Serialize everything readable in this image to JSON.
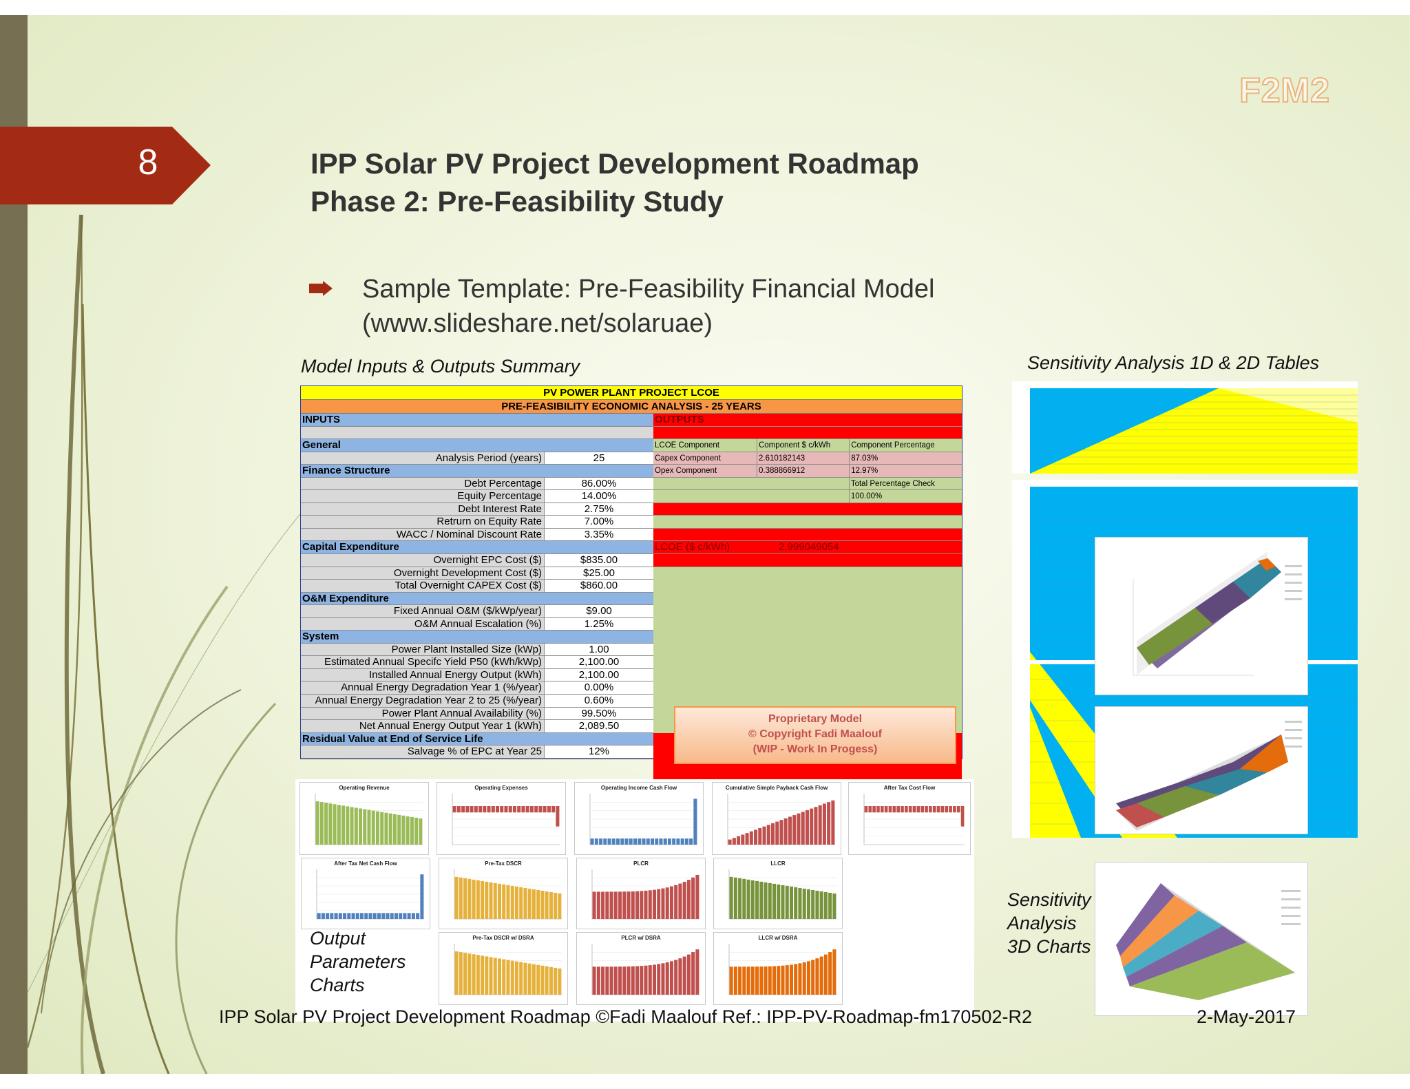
{
  "slide_number": "8",
  "logo": "F2M2",
  "title": {
    "line1": "IPP Solar PV Project Development Roadmap",
    "line2": "Phase 2: Pre-Feasibility Study"
  },
  "bullet": {
    "line1": "Sample Template: Pre-Feasibility Financial Model",
    "line2": "(www.slideshare.net/solaruae)"
  },
  "captions": {
    "model": "Model Inputs & Outputs Summary",
    "sensitivity_tables": "Sensitivity Analysis 1D & 2D Tables",
    "output_charts": [
      "Output",
      "Parameters",
      "Charts"
    ],
    "sensitivity_3d": [
      "Sensitivity",
      "Analysis",
      "3D Charts"
    ]
  },
  "sheet": {
    "band1": "PV POWER PLANT PROJECT LCOE",
    "band2": "PRE-FEASIBILITY ECONOMIC ANALYSIS - 25 YEARS",
    "inputs_header": "INPUTS",
    "outputs_header": "OUTPUTS",
    "rows": [
      {
        "type": "blank"
      },
      {
        "type": "hdr",
        "label": "General"
      },
      {
        "label": "Analysis Period (years)",
        "value": "25"
      },
      {
        "type": "hdr",
        "label": "Finance Structure"
      },
      {
        "label": "Debt Percentage",
        "value": "86.00%"
      },
      {
        "label": "Equity Percentage",
        "value": "14.00%"
      },
      {
        "label": "Debt Interest Rate",
        "value": "2.75%"
      },
      {
        "label": "Retrurn on Equity Rate",
        "value": "7.00%"
      },
      {
        "label": "WACC / Nominal Discount Rate",
        "value": "3.35%"
      },
      {
        "type": "hdr",
        "label": "Capital Expenditure"
      },
      {
        "label": "Overnight EPC Cost ($)",
        "value": "$835.00"
      },
      {
        "label": "Overnight Development Cost ($)",
        "value": "$25.00"
      },
      {
        "label": "Total Overnight CAPEX Cost ($)",
        "value": "$860.00"
      },
      {
        "type": "hdr",
        "label": "O&M Expenditure"
      },
      {
        "label": "Fixed Annual O&M ($/kWp/year)",
        "value": "$9.00"
      },
      {
        "label": "O&M Annual Escalation (%)",
        "value": "1.25%"
      },
      {
        "type": "hdr",
        "label": "System"
      },
      {
        "label": "Power Plant Installed Size (kWp)",
        "value": "1.00"
      },
      {
        "label": "Estimated Annual Specifc Yield P50 (kWh/kWp)",
        "value": "2,100.00"
      },
      {
        "label": "Installed Annual Energy Output (kWh)",
        "value": "2,100.00"
      },
      {
        "label": "Annual Energy Degradation Year 1 (%/year)",
        "value": "0.00%"
      },
      {
        "label": "Annual Energy Degradation Year 2 to 25 (%/year)",
        "value": "0.60%"
      },
      {
        "label": "Power Plant Annual Availability (%)",
        "value": "99.50%"
      },
      {
        "label": "Net Annual Energy Output Year 1 (kWh)",
        "value": "2,089.50"
      },
      {
        "type": "hdr",
        "label": "Residual Value at End of Service Life"
      },
      {
        "label": "Salvage % of EPC at Year 25",
        "value": "12%"
      }
    ],
    "outputs": {
      "col_headers": [
        "LCOE Component",
        "Component $ c/kWh",
        "Component Percentage"
      ],
      "capex": [
        "Capex Component",
        "2.610182143",
        "87.03%"
      ],
      "opex": [
        "Opex Component",
        "0.388866912",
        "12.97%"
      ],
      "check_label": "Total Percentage Check",
      "check_value": "100.00%",
      "lcoe_label": "LCOE ($ c/kWh)",
      "lcoe_value": "2.999049054"
    },
    "stamp": [
      "Proprietary Model",
      "© Copyright Fadi Maalouf",
      "(WIP - Work In Progess)"
    ]
  },
  "charts": [
    {
      "title": "Operating Revenue",
      "color": "#9bbb59",
      "trend": "down"
    },
    {
      "title": "Operating Expenses",
      "color": "#c0504d",
      "trend": "neg"
    },
    {
      "title": "Operating Income Cash Flow",
      "color": "#4f81bd",
      "trend": "flat"
    },
    {
      "title": "Cumulative Simple Payback Cash Flow",
      "color": "#c0504d",
      "trend": "up"
    },
    {
      "title": "After Tax Cost Flow",
      "color": "#c0504d",
      "trend": "neg"
    },
    {
      "title": "After Tax Net Cash Flow",
      "color": "#4f81bd",
      "trend": "flat"
    },
    {
      "title": "Pre-Tax DSCR",
      "color": "#e6b13b",
      "trend": "down"
    },
    {
      "title": "PLCR",
      "color": "#c0504d",
      "trend": "rise"
    },
    {
      "title": "LLCR",
      "color": "#77933c",
      "trend": "down"
    },
    {
      "title": "Pre-Tax DSCR w/ DSRA",
      "color": "#e6b13b",
      "trend": "down"
    },
    {
      "title": "PLCR w/ DSRA",
      "color": "#c0504d",
      "trend": "rise"
    },
    {
      "title": "LLCR w/ DSRA",
      "color": "#e46c0a",
      "trend": "rise"
    }
  ],
  "footer": "IPP Solar PV Project Development Roadmap ©Fadi Maalouf  Ref.: IPP-PV-Roadmap-fm170502-R2",
  "date": "2-May-2017",
  "colors": {
    "accent_red": "#a32b14",
    "bar": "#766f52",
    "yellow": "#ffff00",
    "blue": "#00b0f0"
  }
}
